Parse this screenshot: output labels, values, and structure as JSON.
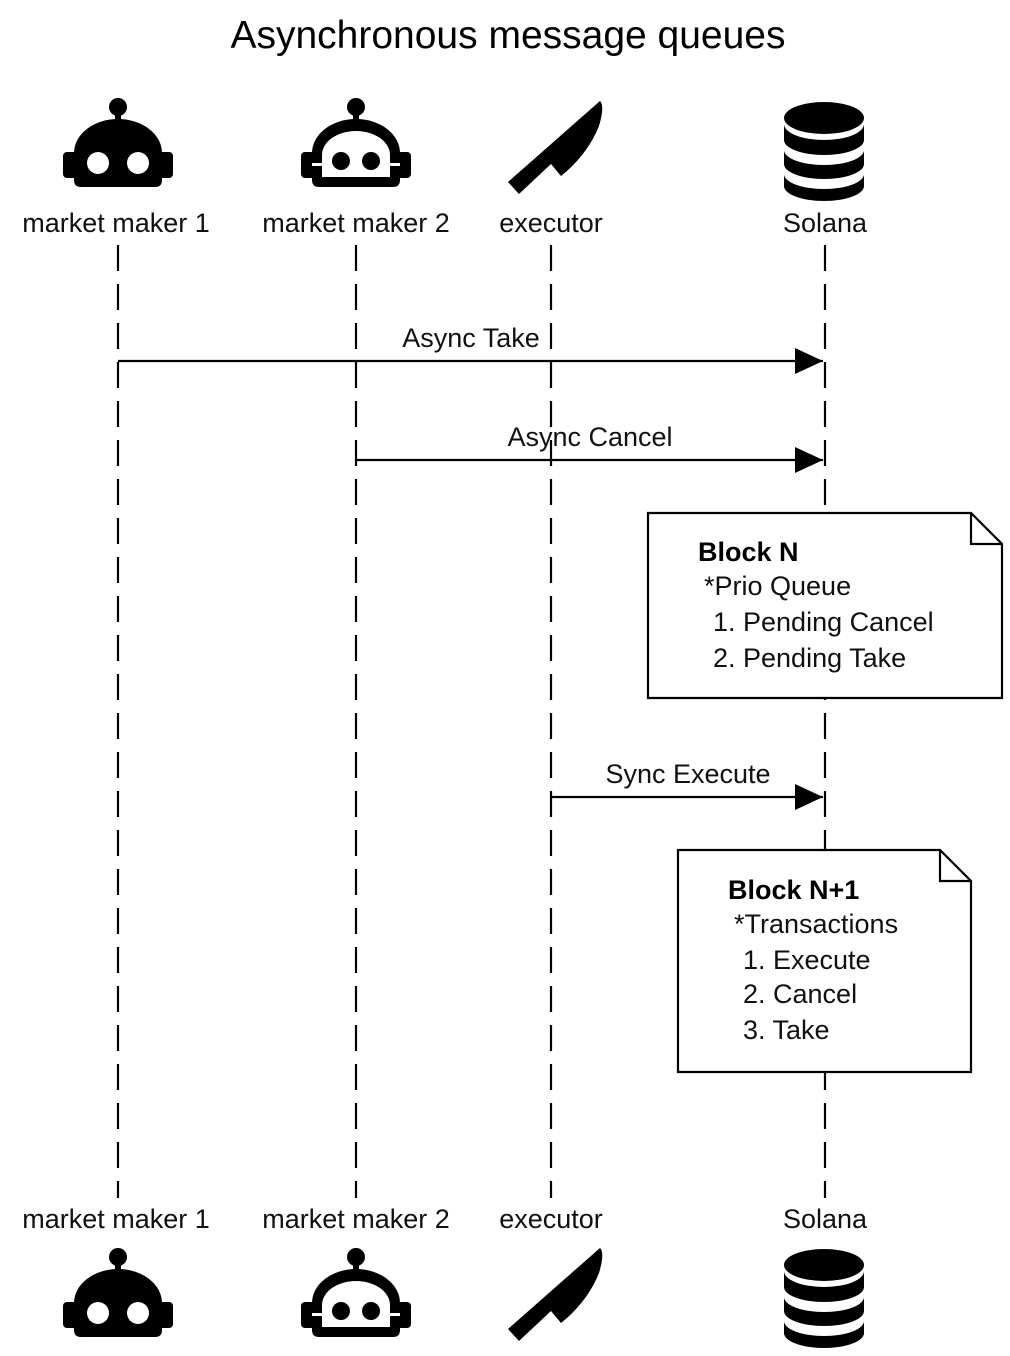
{
  "title": "Asynchronous message queues",
  "participants": [
    {
      "id": "mm1",
      "label": "market maker 1",
      "icon": "robot-filled-icon"
    },
    {
      "id": "mm2",
      "label": "market maker 2",
      "icon": "robot-outline-icon"
    },
    {
      "id": "executor",
      "label": "executor",
      "icon": "knife-icon"
    },
    {
      "id": "solana",
      "label": "Solana",
      "icon": "database-icon"
    }
  ],
  "messages": [
    {
      "from": "mm1",
      "to": "solana",
      "label": "Async Take",
      "style": "solid-arrow"
    },
    {
      "from": "mm2",
      "to": "solana",
      "label": "Async Cancel",
      "style": "solid-arrow"
    },
    {
      "from": "executor",
      "to": "solana",
      "label": "Sync Execute",
      "style": "solid-arrow"
    }
  ],
  "notes": [
    {
      "attached_to": "solana",
      "heading": "Block N",
      "lines": [
        "*Prio Queue",
        "1. Pending Cancel",
        "2. Pending Take"
      ]
    },
    {
      "attached_to": "solana",
      "heading": "Block N+1",
      "lines": [
        "*Transactions",
        "1. Execute",
        "2. Cancel",
        "3. Take"
      ]
    }
  ],
  "colors": {
    "line": "#000000",
    "background": "#ffffff",
    "text": "#111111"
  }
}
